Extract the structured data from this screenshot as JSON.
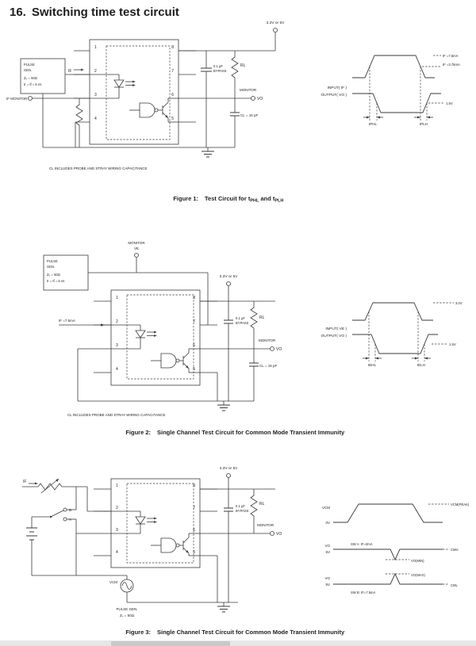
{
  "page": {
    "number": "16.",
    "title": "Switching time test circuit"
  },
  "pins": {
    "p1": "1",
    "p2": "2",
    "p3": "3",
    "p4": "4",
    "p5": "5",
    "p6": "6",
    "p7": "7",
    "p8": "8"
  },
  "shared": {
    "supply": "3.3V or 5V",
    "bypass1": "0.1 μF",
    "bypass2": "BYPASS",
    "rl": "RL",
    "monitor": "MONITOR",
    "vo": "VO",
    "cl": "CL = 15 pF",
    "note": "CL  INCLUDES PROBE AND STRAY WIRING CAPACITANCE",
    "pg": {
      "l1": "PULSE",
      "l2": "GEN.",
      "l3": "Z₀ = 50Ω",
      "l4": "tr = tf = 5 ns"
    }
  },
  "fig1": {
    "if_label": "IF",
    "if_monitor": "IF MONITOR",
    "timing": {
      "input": "INPUT( IF )",
      "output": "OUTPUT( VO )",
      "high": "IF =7.5mA",
      "mid": "IF =3.75mA",
      "threshold": "1.5V",
      "t_left": "tPHL",
      "t_right": "tPLH"
    },
    "caption": {
      "label": "Figure 1:",
      "pre": "Test Circuit for t",
      "sub1": "PHL",
      "mid": " and t",
      "sub2": "PLH"
    }
  },
  "fig2": {
    "monitor_top": "MONITOR",
    "ve": "VE",
    "if_label": "IF =7.5mA",
    "timing": {
      "input": "INPUT( VE )",
      "output": "OUTPUT( VO )",
      "high": "3.0V",
      "threshold": "1.5V",
      "t_left": "tEHL",
      "t_right": "tELH"
    },
    "caption": {
      "label": "Figure 2:",
      "text": "Single Channel Test Circuit for Common Mode Transient Immunity"
    }
  },
  "fig3": {
    "if_label": "IF",
    "sw_b": "B",
    "sw_a": "A",
    "vcm": "VCM",
    "pg1": "PULSE GEN.",
    "pg2": "Z₀ = 50Ω",
    "timing": {
      "vcm": "VCM",
      "zero": "0V",
      "peak": "VCM(PEAK)",
      "vo": "VO",
      "v5": "5V",
      "sw_a": "SW A: IF=0mA",
      "vo_min": "VO(MIN)",
      "cmh": "CMH",
      "sw_b": "SW B: IF=7.5mA",
      "vo_max": "VO(MAX)",
      "cml": "CML"
    },
    "caption": {
      "label": "Figure 3:",
      "text": "Single Channel Test Circuit for Common Mode Transient Immunity"
    }
  }
}
